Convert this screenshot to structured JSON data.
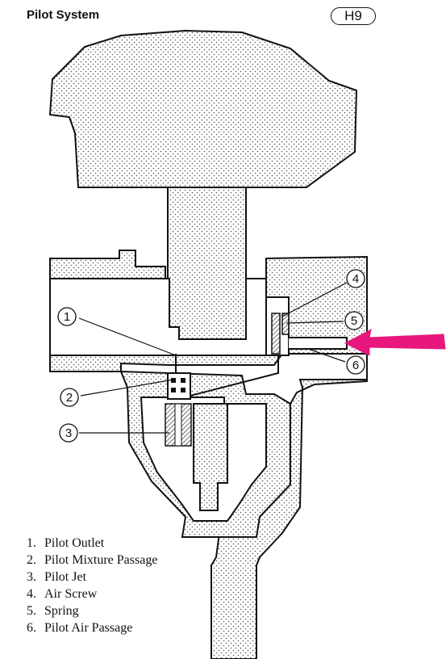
{
  "header": {
    "title": "Pilot System",
    "page_code": "H9"
  },
  "callouts": [
    {
      "id": "1",
      "symbol": "1"
    },
    {
      "id": "2",
      "symbol": "2"
    },
    {
      "id": "3",
      "symbol": "3"
    },
    {
      "id": "4",
      "symbol": "4"
    },
    {
      "id": "5",
      "symbol": "5"
    },
    {
      "id": "6",
      "symbol": "6"
    }
  ],
  "legend": [
    {
      "number": "1.",
      "label": "Pilot Outlet"
    },
    {
      "number": "2.",
      "label": "Pilot Mixture Passage"
    },
    {
      "number": "3.",
      "label": "Pilot Jet"
    },
    {
      "number": "4.",
      "label": "Air Screw"
    },
    {
      "number": "5.",
      "label": "Spring"
    },
    {
      "number": "6.",
      "label": "Pilot Air Passage"
    }
  ],
  "colors": {
    "arrow": "#e8177d",
    "line": "#111111",
    "stipple": "#555555"
  },
  "icons": {
    "pointer": "magenta-arrow-icon"
  }
}
